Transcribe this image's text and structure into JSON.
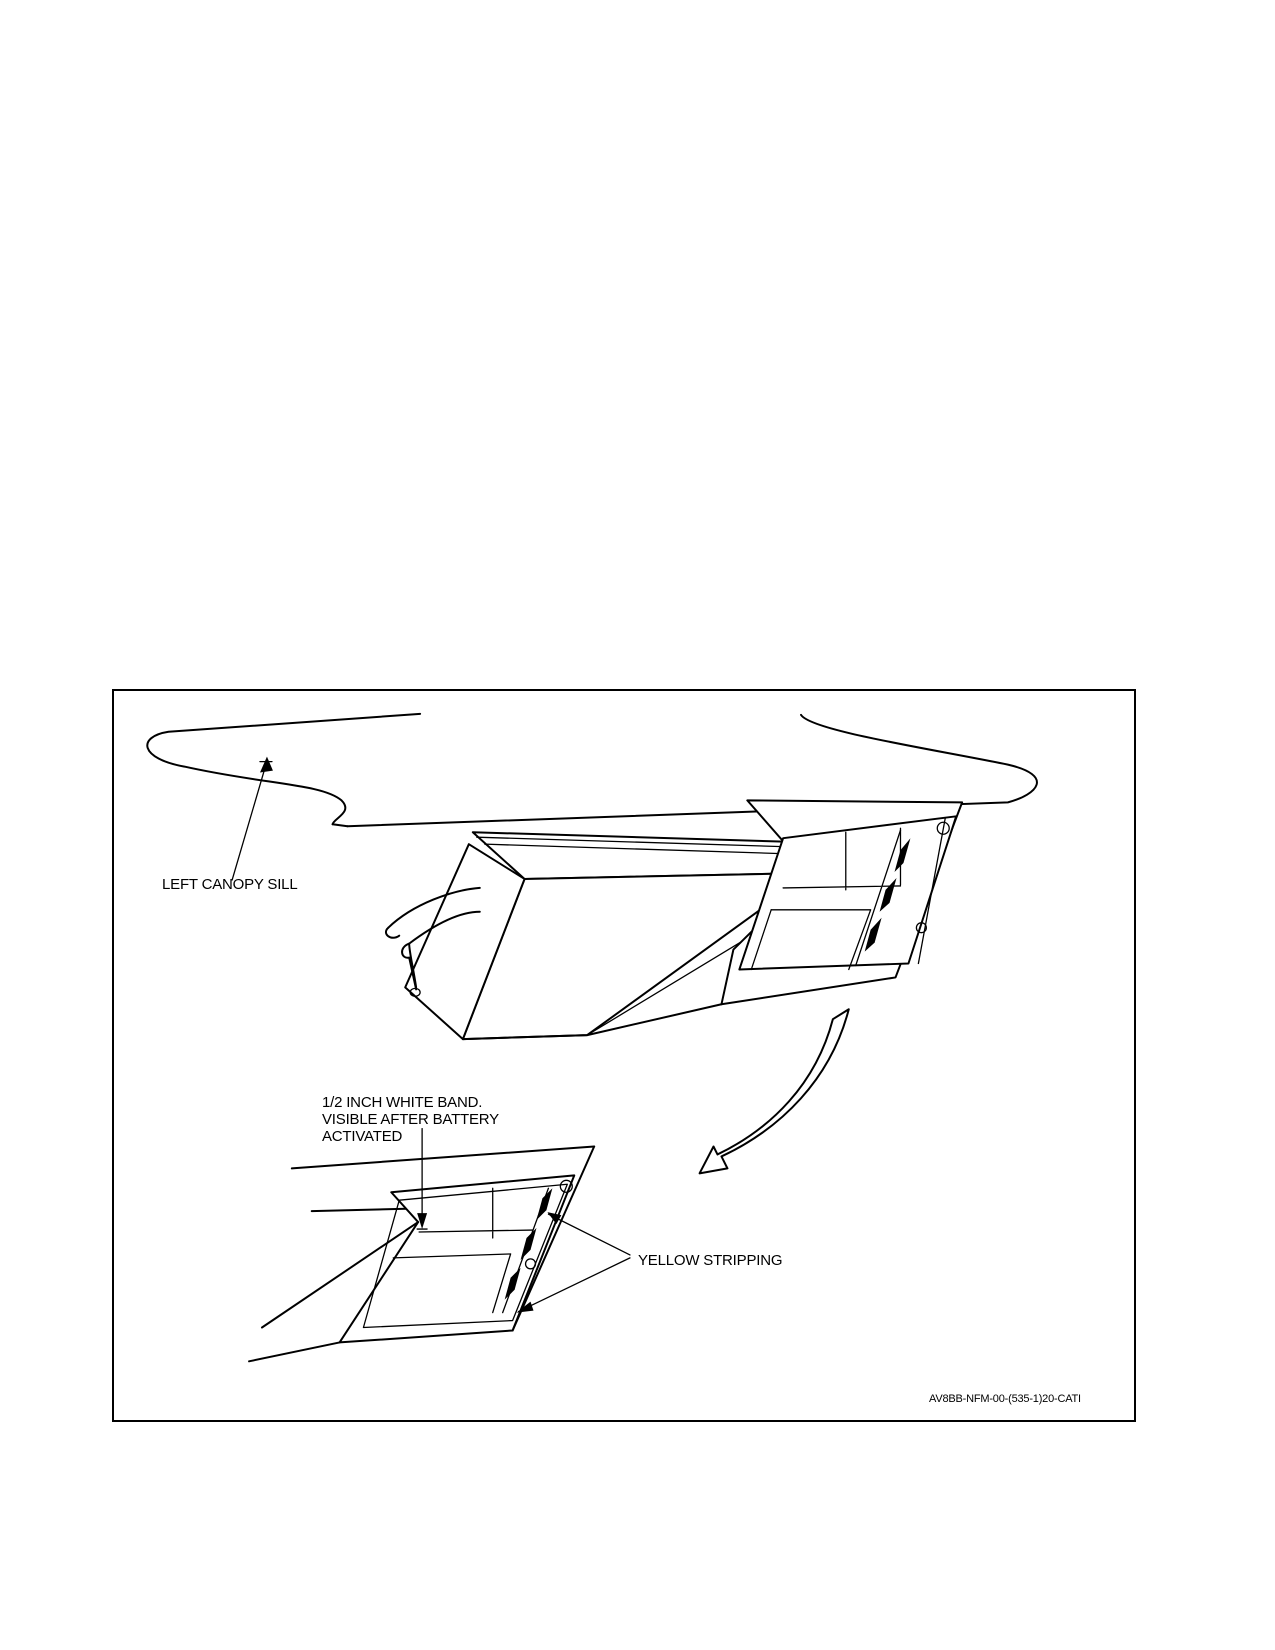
{
  "figure": {
    "labels": {
      "left_canopy_sill": "LEFT CANOPY SILL",
      "white_band": "1/2 INCH WHITE BAND.\nVISIBLE AFTER BATTERY\nACTIVATED",
      "yellow_stripping": "YELLOW STRIPPING",
      "figure_id": "AV8BB-NFM-00-(535-1)20-CATI"
    }
  }
}
